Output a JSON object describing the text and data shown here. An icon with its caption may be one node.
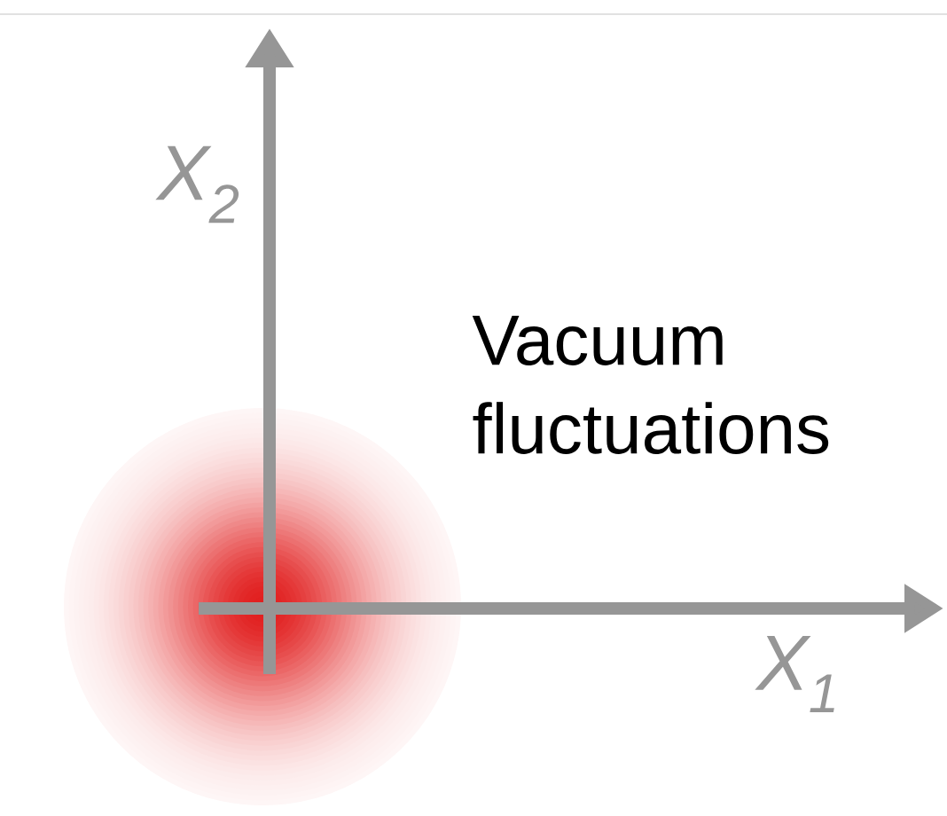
{
  "diagram": {
    "labels": [
      "X$_{2}$",
      "Vacuum fluctuations",
      "X$_{1}$"
    ]
  }
}
